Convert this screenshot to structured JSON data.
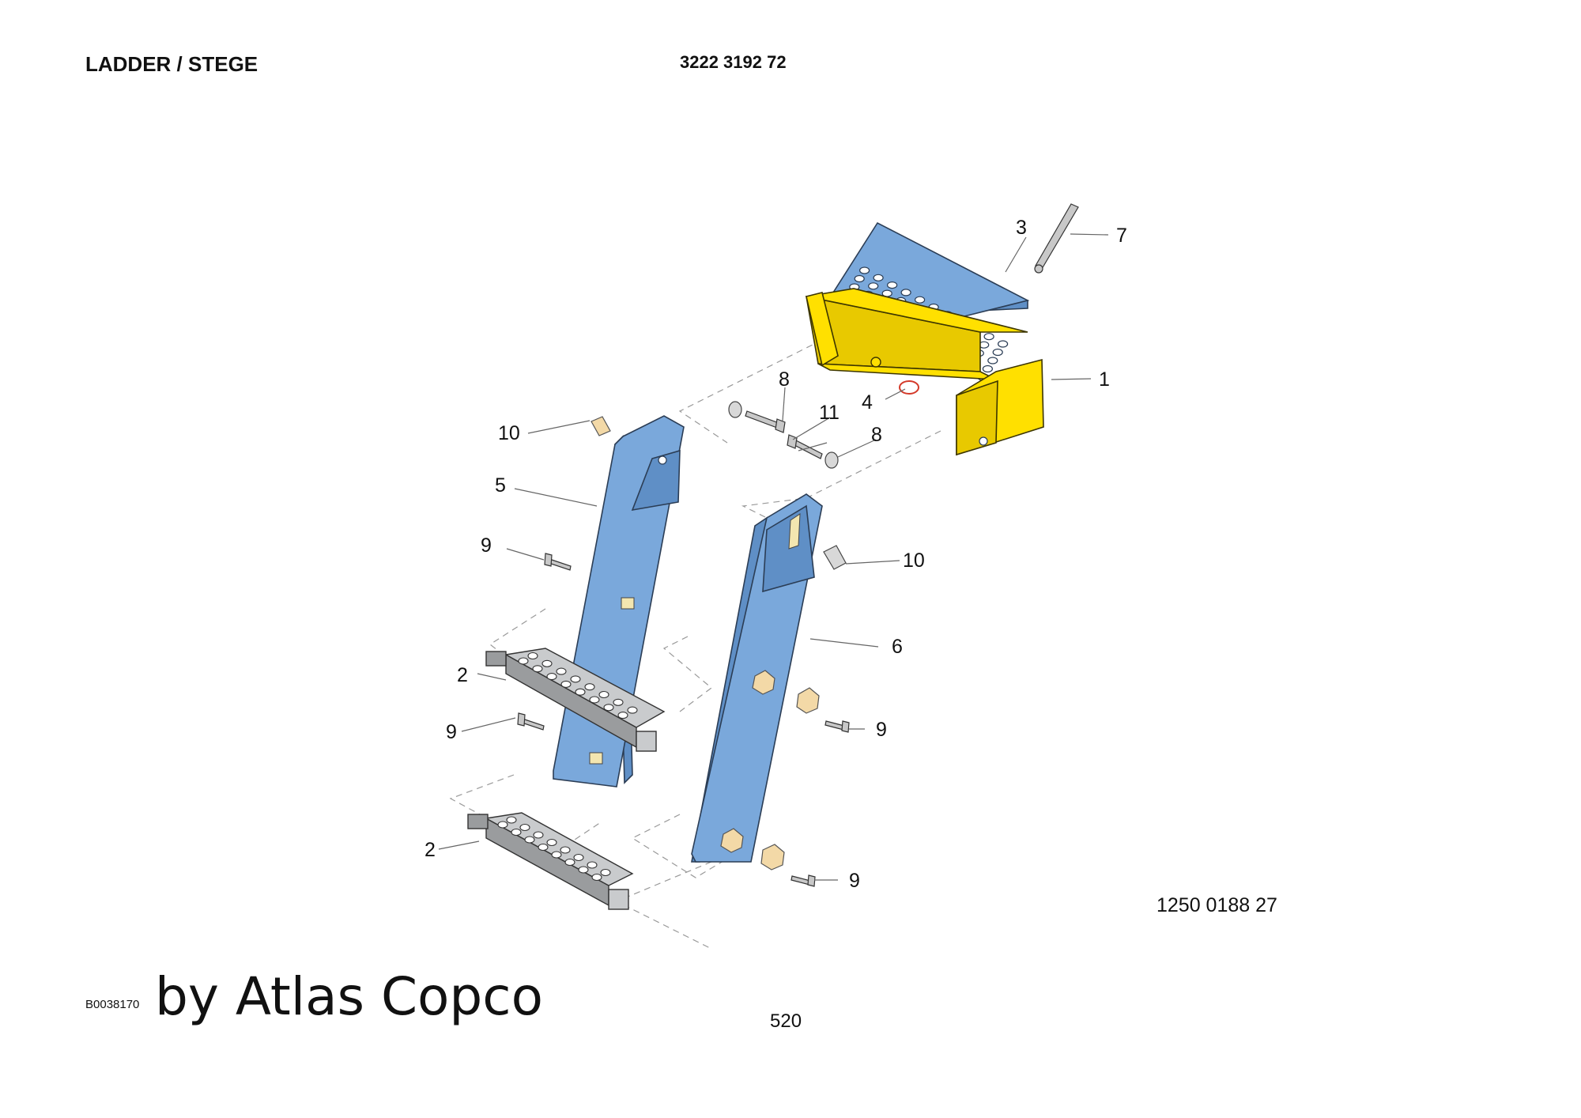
{
  "header": {
    "title": "LADDER / STEGE",
    "part_number": "3222 3192 72"
  },
  "drawing_number": "1250 0188 27",
  "footer": {
    "reference_code": "B0038170",
    "brand_text": "by Atlas Copco",
    "page_number": "520"
  },
  "callouts": {
    "c1": "1",
    "c2a": "2",
    "c2b": "2",
    "c3": "3",
    "c4": "4",
    "c5": "5",
    "c6": "6",
    "c7": "7",
    "c8a": "8",
    "c8b": "8",
    "c9a": "9",
    "c9b": "9",
    "c9c": "9",
    "c9d": "9",
    "c10a": "10",
    "c10b": "10",
    "c11": "11"
  },
  "colors": {
    "ladder_side": "#7aa8db",
    "frame": "#ffe000",
    "step": "#c9cbcd",
    "tread_plate": "#7aa8db"
  }
}
